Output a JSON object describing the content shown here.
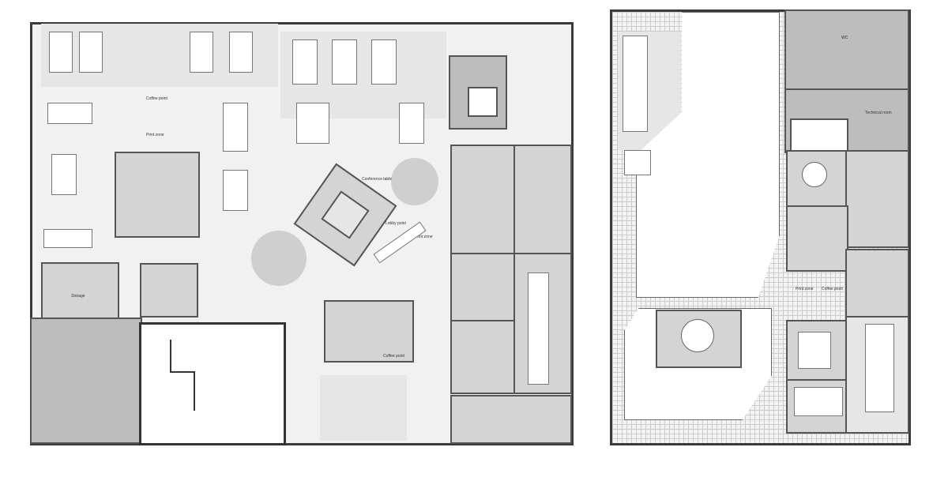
{
  "plans": {
    "left": {
      "labels": {
        "coffee_point_1": "Coffee point",
        "print_zone_1": "Print zone",
        "conference_table": "Conference table",
        "lobby_point": "Lobby point",
        "print_zone_2": "Print zone",
        "storage": "Storage",
        "coffee_point_2": "Coffee point"
      }
    },
    "right": {
      "labels": {
        "wc": "WC",
        "technical_room": "Technical room",
        "print_zone": "Print zone",
        "coffee_point": "Coffee point"
      }
    }
  }
}
